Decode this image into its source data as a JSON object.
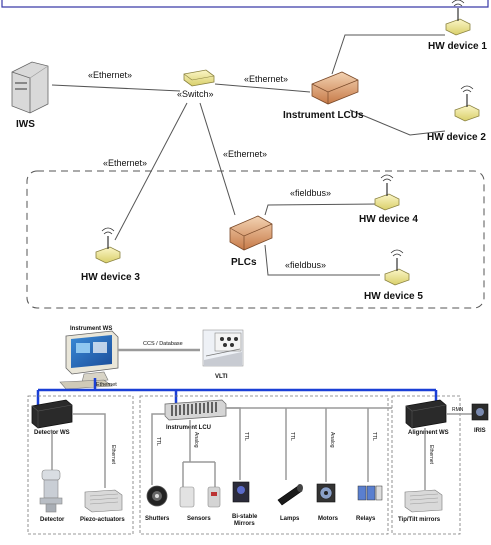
{
  "top": {
    "ethernet": "«Ethernet»",
    "switch": "«Switch»",
    "fieldbus": "«fieldbus»",
    "iws": "IWS",
    "instrument_lcus": "Instrument LCUs",
    "plcs": "PLCs",
    "hw1": "HW device 1",
    "hw2": "HW device 2",
    "hw3": "HW device 3",
    "hw4": "HW device 4",
    "hw5": "HW device 5"
  },
  "bottom": {
    "instrument_ws": "Instrument WS",
    "ccs_database": "CCS / Database",
    "vlti": "VLTI",
    "ethernet": "Ethernet",
    "detector_ws": "Detector WS",
    "instrument_lcu": "Instrument LCU",
    "alignment_ws": "Alignment WS",
    "rmn": "RMN",
    "iris": "IRIS",
    "detector": "Detector",
    "piezo_actuators": "Piezo-actuators",
    "shutters": "Shutters",
    "sensors": "Sensors",
    "bistable_mirrors_1": "Bi-stable",
    "bistable_mirrors_2": "Mirrors",
    "lamps": "Lamps",
    "motors": "Motors",
    "relays": "Relays",
    "tiptilt_mirrors": "Tip/Tilt mirrors",
    "ttl": "TTL",
    "analog": "Analog"
  },
  "colors": {
    "frame_border": "#3a3aa8",
    "lan_blue": "#1a3fd6",
    "device_yellow": "#f3eb9a",
    "lcu_brown": "#d79a6a"
  }
}
